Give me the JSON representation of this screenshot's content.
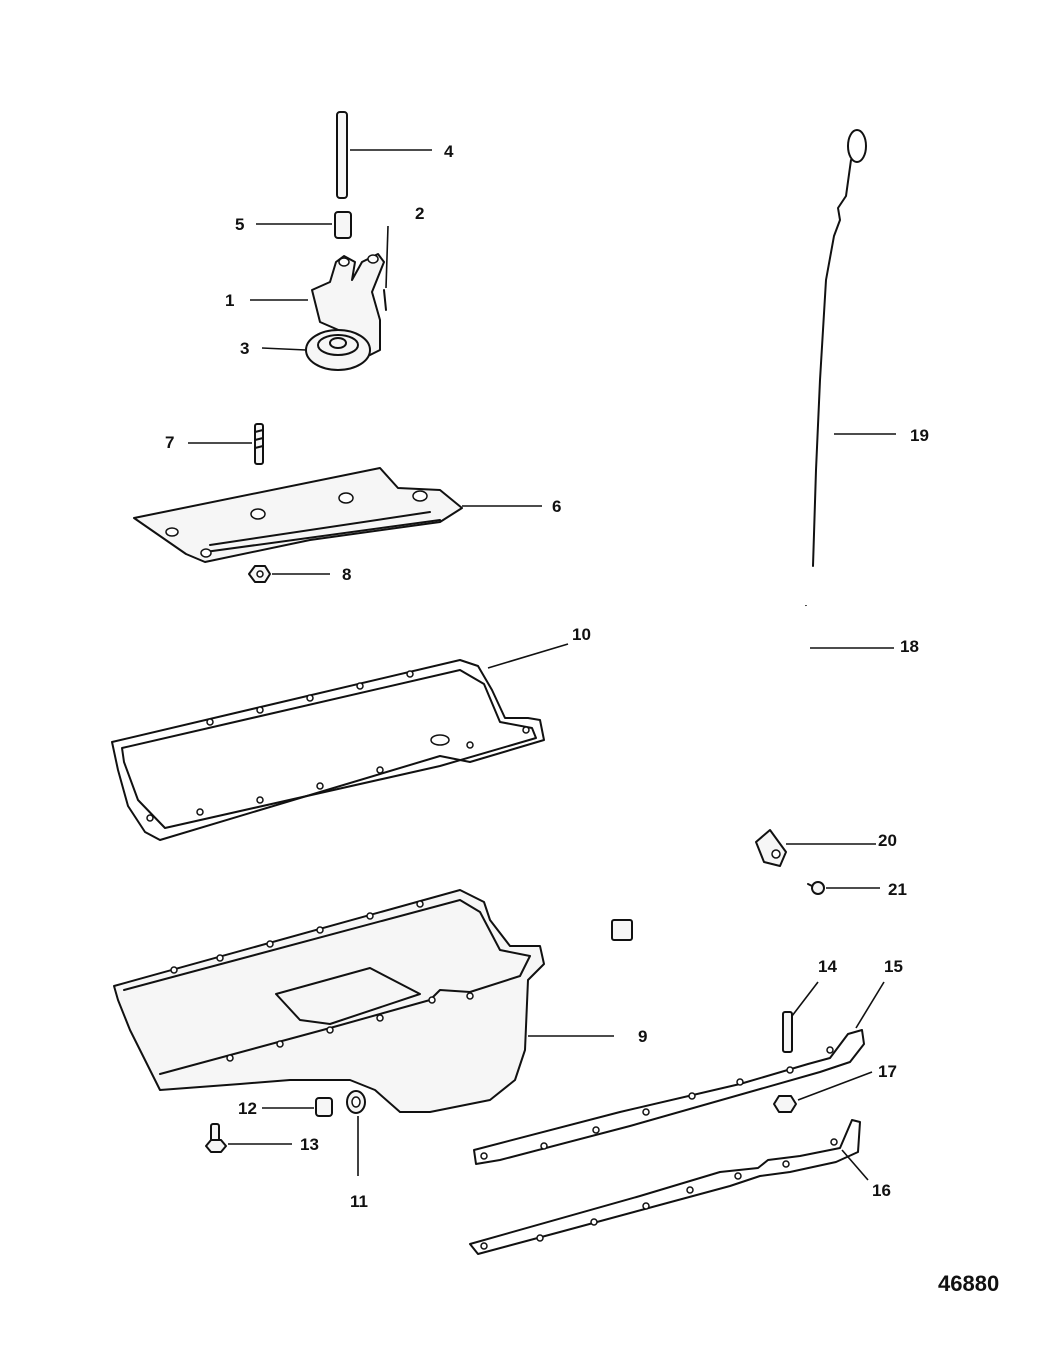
{
  "callouts": [
    "1",
    "2",
    "3",
    "4",
    "5",
    "6",
    "7",
    "8",
    "9",
    "10",
    "11",
    "12",
    "13",
    "14",
    "15",
    "16",
    "17",
    "18",
    "19",
    "20",
    "21"
  ],
  "reference_number": "46880"
}
